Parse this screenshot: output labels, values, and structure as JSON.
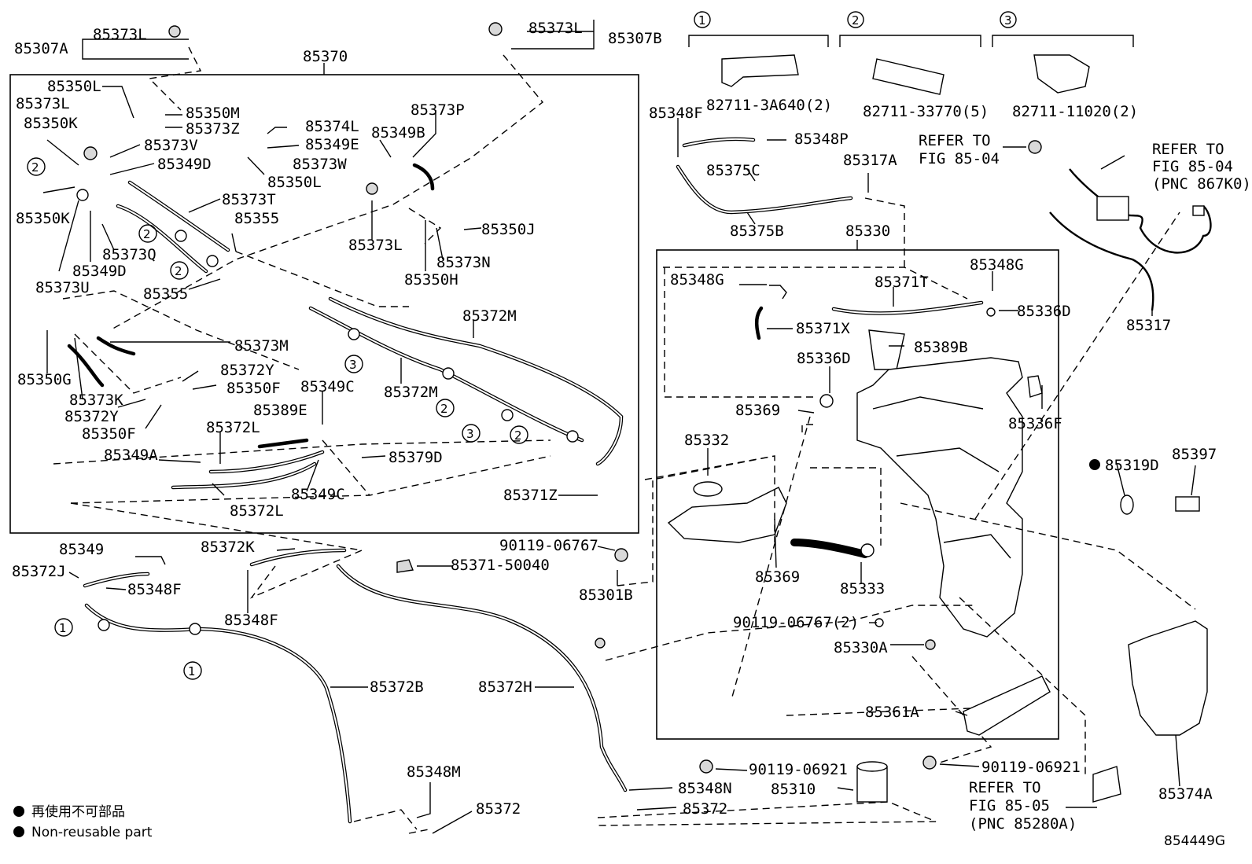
{
  "figure_code": "854449G",
  "legend": {
    "jp_text": "再使用不可部品",
    "en_text": "Non-reusable part"
  },
  "group_headers": [
    {
      "num": "1",
      "part": "82711-3A640(2)"
    },
    {
      "num": "2",
      "part": "82711-33770(5)"
    },
    {
      "num": "3",
      "part": "82711-11020(2)"
    }
  ],
  "refer_notes": {
    "fig_85_04": [
      "REFER TO",
      "FIG 85-04"
    ],
    "fig_85_04_pnc": [
      "REFER TO",
      "FIG 85-04",
      "(PNC 867K0)"
    ],
    "fig_85_05_pnc": [
      "REFER TO",
      "FIG 85-05",
      "(PNC 85280A)"
    ]
  },
  "labels": [
    "85307A",
    "85373L",
    "85373L",
    "85307B",
    "85370",
    "85350L",
    "85373L",
    "85350M",
    "85350K",
    "85373Z",
    "85374L",
    "85349E",
    "85373V",
    "85349D",
    "85373W",
    "85350L",
    "85373T",
    "85355",
    "85373Q",
    "85349D",
    "85373U",
    "85350K",
    "85355",
    "85373P",
    "85349B",
    "85373L",
    "85350J",
    "85373N",
    "85350H",
    "85372M",
    "85372M",
    "85373M",
    "85350G",
    "85373K",
    "85372Y",
    "85350F",
    "85372Y",
    "85350F",
    "85349C",
    "85389E",
    "85372L",
    "85349A",
    "85379D",
    "85349C",
    "85372L",
    "85371Z",
    "85348F",
    "85348P",
    "85375C",
    "85317A",
    "85375B",
    "85330",
    "85348G",
    "85371T",
    "85348G",
    "85336D",
    "85371X",
    "85389B",
    "85336D",
    "85369",
    "85336F",
    "85332",
    "85369",
    "85333",
    "90119-06767(2)",
    "85330A",
    "85361A",
    "90119-06767",
    "85371-50040",
    "85301B",
    "85317",
    "85319D",
    "85397",
    "85374A",
    "85349",
    "85372K",
    "85372J",
    "85348F",
    "85348F",
    "85372B",
    "85372H",
    "85348M",
    "85372",
    "85348N",
    "85372",
    "90119-06921",
    "90119-06921",
    "85310"
  ]
}
